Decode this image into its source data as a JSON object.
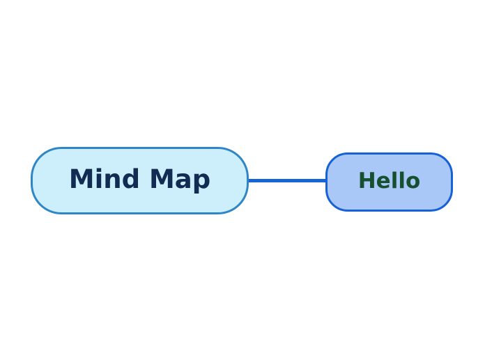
{
  "diagram": {
    "type": "mindmap",
    "background": "#ffffff",
    "nodes": {
      "root": {
        "label": "Mind Map",
        "fill": "#cdeefb",
        "border_color": "#2f86c6",
        "text_color": "#112b52"
      },
      "child": {
        "label": "Hello",
        "fill": "#a9c8f8",
        "border_color": "#1661d6",
        "text_color": "#16502f"
      }
    },
    "edges": [
      {
        "from": "root",
        "to": "child",
        "color": "#1565d4"
      }
    ]
  }
}
